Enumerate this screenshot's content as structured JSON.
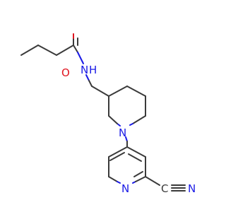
{
  "molecule": {
    "atoms": {
      "oxygen": "O",
      "amide_nitrogen": "N",
      "ring_nitrogen": "N",
      "pyridine_nitrogen": "N",
      "nitrile_carbon": "C",
      "nitrile_nitrogen": "N"
    },
    "hydrogen": "H"
  },
  "colors": {
    "bond": "#3a3a3a",
    "oxygen": "#e0141e",
    "nitrogen": "#1a1ae6"
  }
}
